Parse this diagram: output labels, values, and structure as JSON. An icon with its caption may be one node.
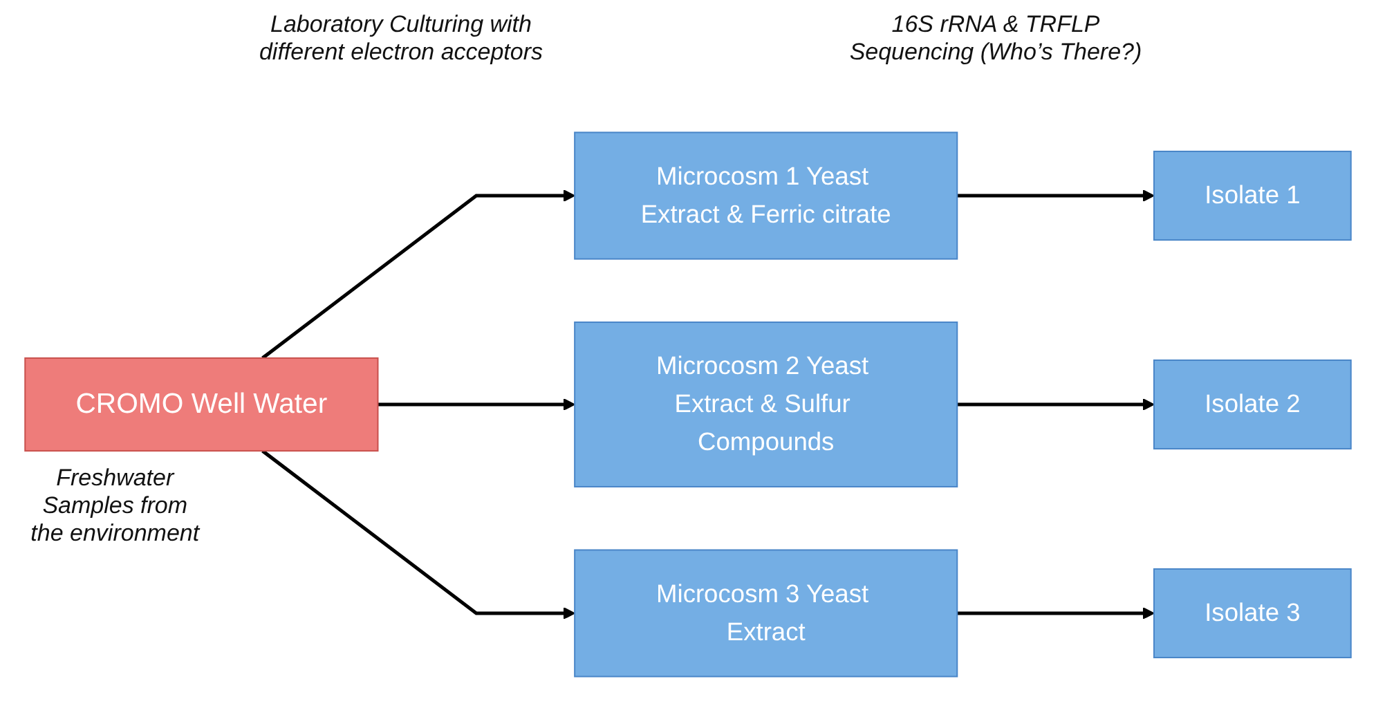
{
  "diagram": {
    "nodes": [
      {
        "text": [
          "CROMO Well Water"
        ],
        "beside": [
          "Freshwater Samples from the environment"
        ]
      },
      {
        "text": [
          "Microcosm 1 Yeast Extract & Ferric citrate"
        ]
      },
      {
        "text": [
          "Microcosm 2 Yeast Extract & Sulfur Compounds"
        ]
      },
      {
        "text": [
          "Microcosm 3 Yeast Extract"
        ]
      },
      {
        "text": [
          "Isolate 1"
        ]
      },
      {
        "text": [
          "Isolate 2"
        ]
      },
      {
        "text": [
          "Isolate 3"
        ]
      }
    ],
    "edges": [
      {
        "from": 0,
        "to": 1,
        "arrow": "to"
      },
      {
        "from": 0,
        "to": 2,
        "arrow": "to"
      },
      {
        "from": 0,
        "to": 3,
        "arrow": "to"
      },
      {
        "from": 1,
        "to": 4,
        "arrow": "to"
      },
      {
        "from": 2,
        "to": 5,
        "arrow": "to"
      },
      {
        "from": 3,
        "to": 6,
        "arrow": "to"
      }
    ],
    "labels": [
      "Laboratory Culturing with different electron acceptors",
      "16S rRNA & TRFLP Sequencing (Who’s There?)"
    ]
  }
}
